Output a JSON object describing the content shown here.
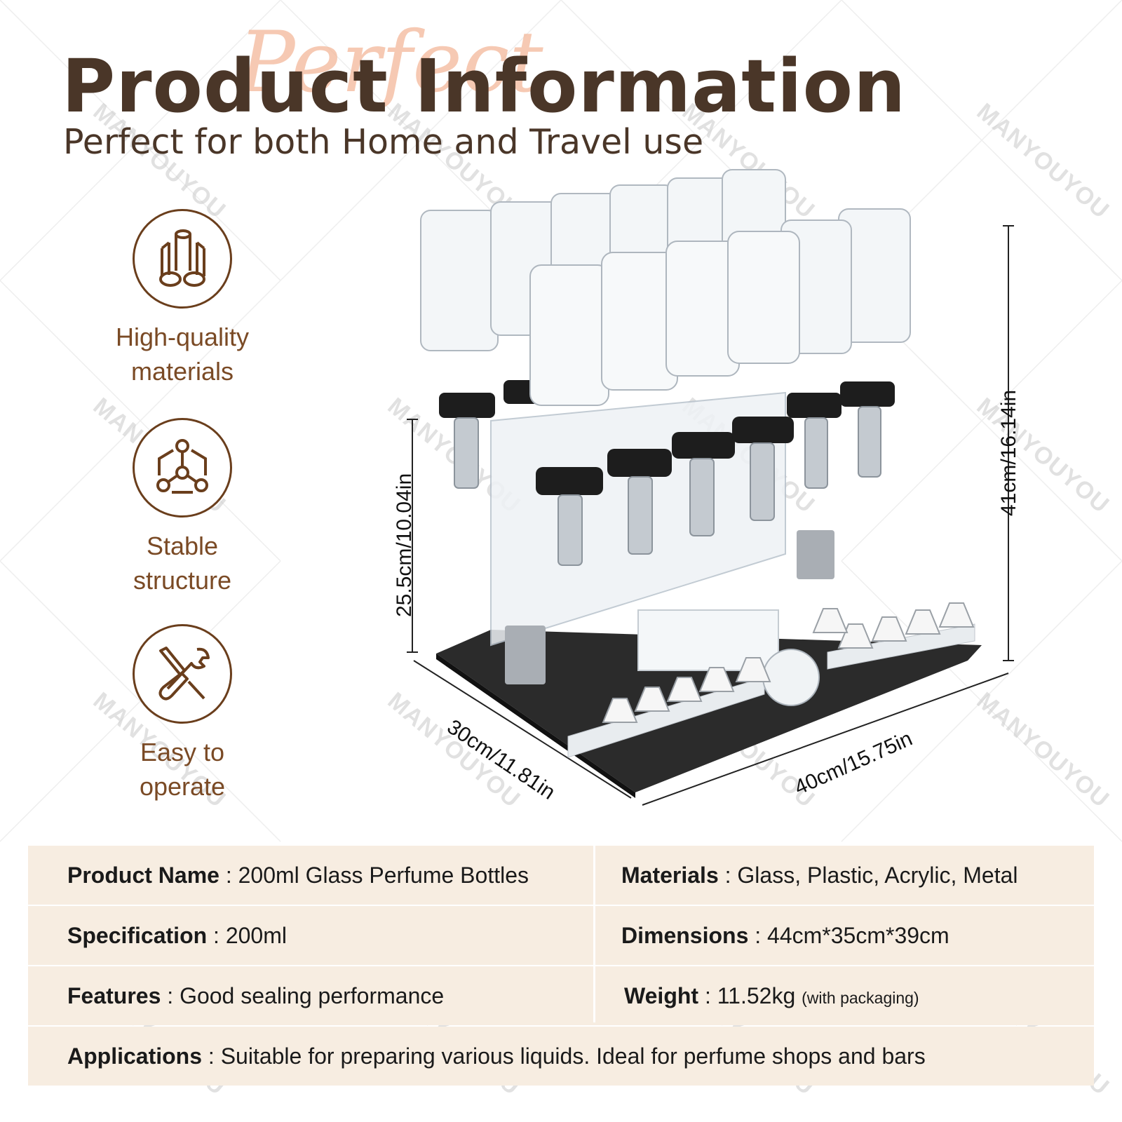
{
  "header": {
    "title": "Product Information",
    "script_word": "Perfect",
    "subtitle": "Perfect for both Home and Travel use"
  },
  "features": [
    {
      "icon": "material-rods-icon",
      "line1": "High-quality",
      "line2": "materials"
    },
    {
      "icon": "molecule-structure-icon",
      "line1": "Stable",
      "line2": "structure"
    },
    {
      "icon": "screwdriver-wrench-icon",
      "line1": "Easy to",
      "line2": "operate"
    }
  ],
  "dimensions": {
    "stand_height": "25.5cm/10.04in",
    "total_height": "41cm/16.14in",
    "depth": "30cm/11.81in",
    "width": "40cm/15.75in"
  },
  "specs": {
    "product_name": {
      "key": "Product Name",
      "sep": " : ",
      "value": "200ml Glass Perfume Bottles"
    },
    "materials": {
      "key": "Materials",
      "sep": " : ",
      "value": "Glass, Plastic, Acrylic, Metal"
    },
    "specification": {
      "key": "Specification",
      "sep": " : ",
      "value": "200ml"
    },
    "dims": {
      "key": "Dimensions",
      "sep": " : ",
      "value": "44cm*35cm*39cm"
    },
    "features": {
      "key": "Features",
      "sep": " : ",
      "value": "Good sealing performance"
    },
    "weight": {
      "key": "Weight",
      "sep": " : ",
      "value": "11.52kg",
      "note": "(with packaging)"
    },
    "applications": {
      "key": "Applications",
      "sep": " : ",
      "value": "Suitable for preparing various liquids. Ideal for perfume shops and bars"
    }
  },
  "watermark": "MANYOUYOU",
  "colors": {
    "title": "#4a3628",
    "accent_brown": "#6a3e1c",
    "table_tint": "#f7ede1",
    "script_peach": "#f3b89a"
  }
}
